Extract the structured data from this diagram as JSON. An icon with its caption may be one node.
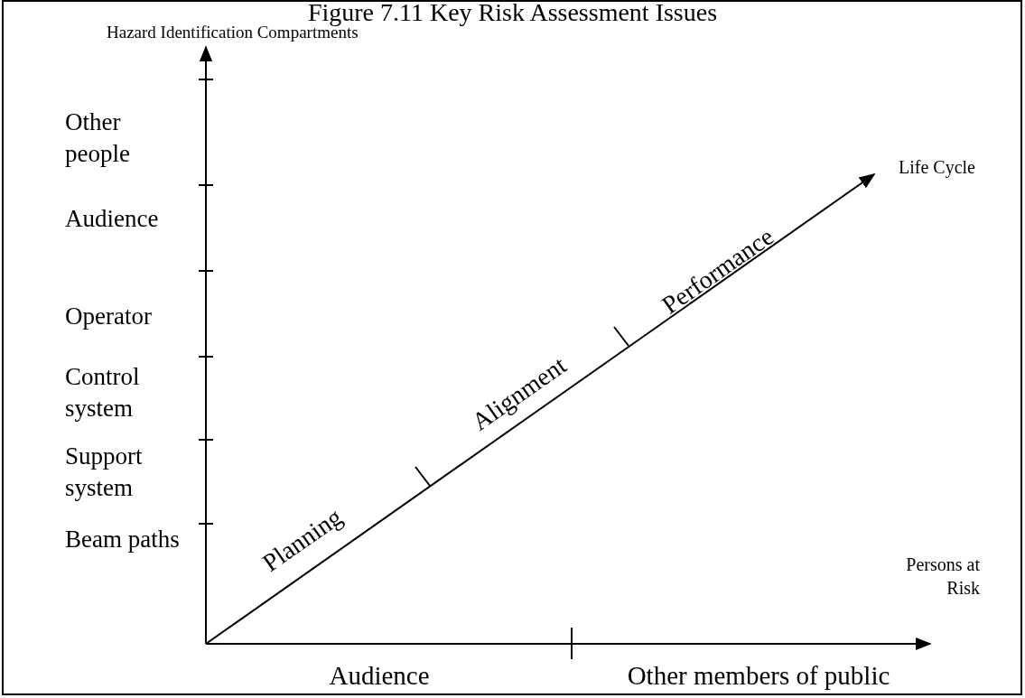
{
  "diagram": {
    "title": "Figure 7.11 Key Risk Assessment Issues",
    "labels": [
      "Hazard Identification Compartments",
      "Other people",
      "Life Cycle",
      "Audience",
      "Performance",
      "Operator",
      "Alignment",
      "Control system",
      "Support system",
      "Planning",
      "Beam paths",
      "Persons at Risk",
      "Audience",
      "Other members of public"
    ]
  }
}
